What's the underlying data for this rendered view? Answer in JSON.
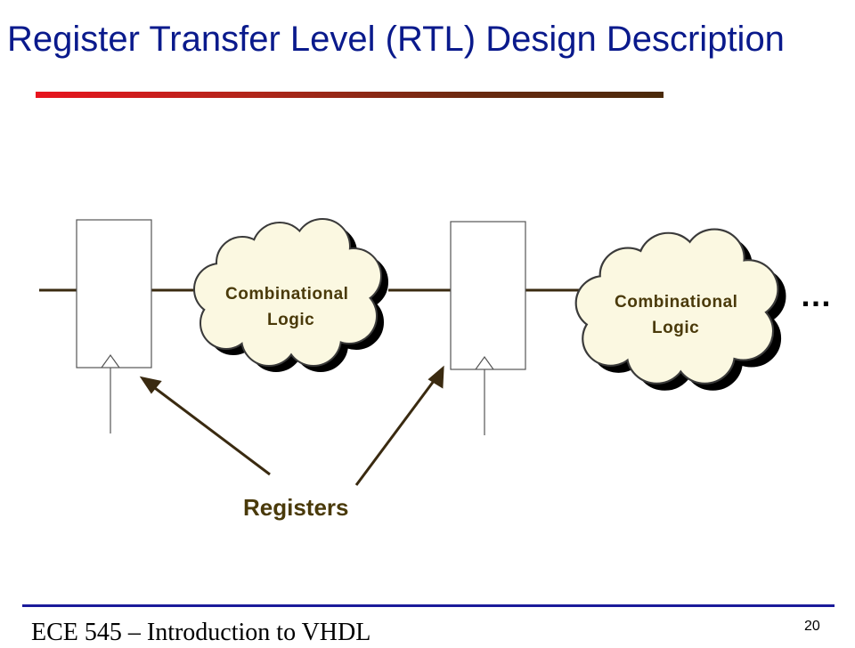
{
  "slide": {
    "title": "Register Transfer Level (RTL) Design Description",
    "title_color": "#0a1a8c",
    "footer_text": "ECE 545 – Introduction to VHDL",
    "page_number": "20",
    "footer_rule_color": "#1a1a9a"
  },
  "diagram": {
    "clouds": [
      {
        "label_line1": "Combinational",
        "label_line2": "Logic"
      },
      {
        "label_line1": "Combinational",
        "label_line2": "Logic"
      }
    ],
    "continuation": "…",
    "registers_label": "Registers",
    "cloud_fill": "#fbf8e1",
    "wire_color": "#3a2a10"
  }
}
